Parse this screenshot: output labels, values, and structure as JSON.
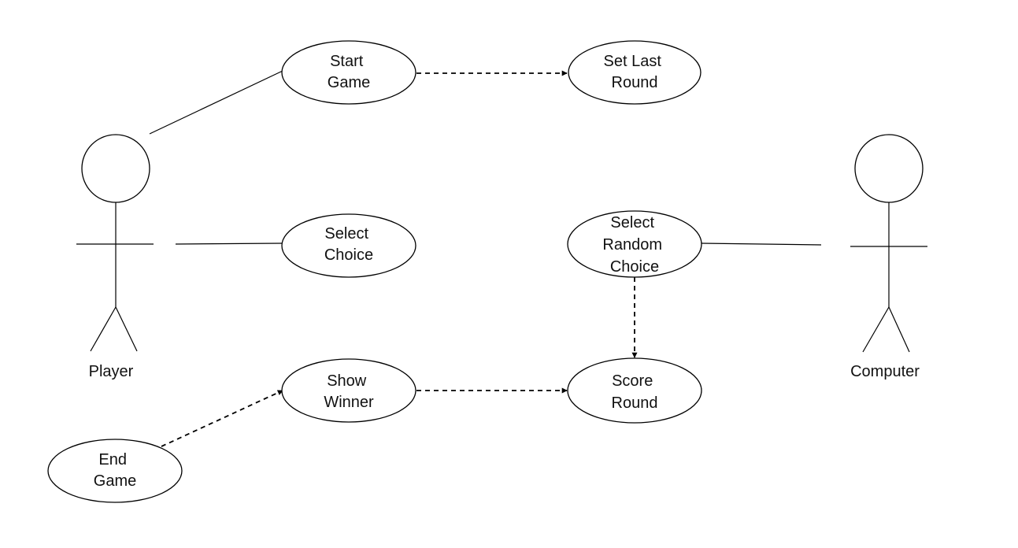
{
  "actors": {
    "player": "Player",
    "computer": "Computer"
  },
  "use_cases": {
    "start_game": [
      "Start",
      "Game"
    ],
    "set_last_round": [
      "Set Last",
      "Round"
    ],
    "select_choice": [
      "Select",
      "Choice"
    ],
    "select_random_choice": [
      "Select",
      "Random",
      "Choice"
    ],
    "show_winner": [
      "Show",
      "Winner"
    ],
    "score_round": [
      "Score",
      "Round"
    ],
    "end_game": [
      "End",
      "Game"
    ]
  }
}
